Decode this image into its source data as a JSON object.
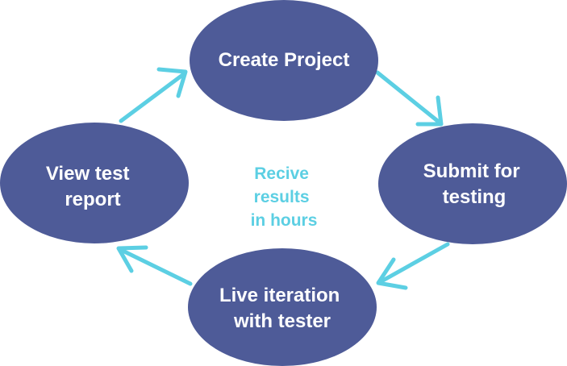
{
  "diagram": {
    "colors": {
      "node_fill": "#4e5b98",
      "node_text": "#ffffff",
      "arrow": "#5ccfe3",
      "center_text": "#5ccfe3"
    },
    "nodes": [
      {
        "id": "create-project",
        "lines": [
          "Create Project"
        ]
      },
      {
        "id": "submit-for-testing",
        "lines": [
          "Submit for",
          "testing"
        ]
      },
      {
        "id": "live-iteration",
        "lines": [
          "Live iteration",
          "with tester"
        ]
      },
      {
        "id": "view-test-report",
        "lines": [
          "View test",
          "report"
        ]
      }
    ],
    "center_text": [
      "Recive",
      "results",
      "in hours"
    ],
    "edges": [
      {
        "from": "create-project",
        "to": "submit-for-testing"
      },
      {
        "from": "submit-for-testing",
        "to": "live-iteration"
      },
      {
        "from": "live-iteration",
        "to": "view-test-report"
      },
      {
        "from": "view-test-report",
        "to": "create-project"
      }
    ]
  }
}
